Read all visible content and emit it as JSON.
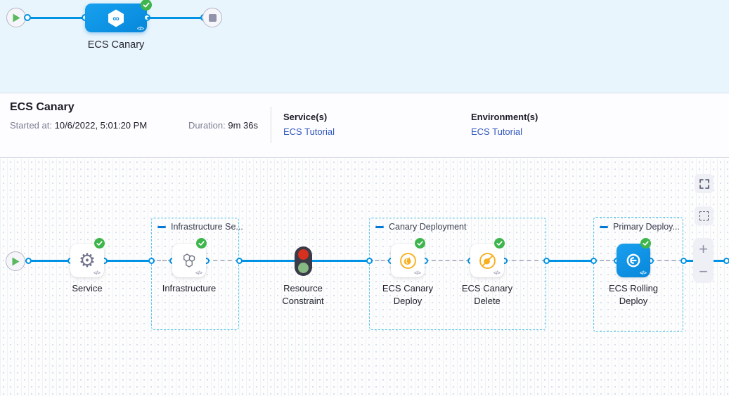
{
  "minimap": {
    "stage_label": "ECS Canary"
  },
  "header": {
    "title": "ECS Canary",
    "started_label": "Started at:",
    "started_value": "10/6/2022, 5:01:20 PM",
    "duration_label": "Duration:",
    "duration_value": "9m 36s",
    "services_label": "Service(s)",
    "services_link": "ECS Tutorial",
    "environments_label": "Environment(s)",
    "environments_link": "ECS Tutorial"
  },
  "graph": {
    "groups": [
      {
        "label": "Infrastructure Se..."
      },
      {
        "label": "Canary Deployment"
      },
      {
        "label": "Primary Deploy..."
      }
    ],
    "nodes": [
      {
        "label": "Service",
        "status": "success"
      },
      {
        "label": "Infrastructure",
        "status": "success"
      },
      {
        "label": "Resource Constraint",
        "status": "running-gate"
      },
      {
        "label": "ECS Canary Deploy",
        "status": "success"
      },
      {
        "label": "ECS Canary Delete",
        "status": "success"
      },
      {
        "label": "ECS Rolling Deploy",
        "status": "success"
      }
    ],
    "code_icon": "</>"
  },
  "controls": {
    "zoom_in": "+",
    "zoom_out": "−"
  },
  "colors": {
    "accent_blue": "#0092e4",
    "node_blue": "#0b8fe2",
    "success_green": "#3eb54d",
    "canary_amber": "#f9b020",
    "link_blue": "#3156bd",
    "band_bg": "#e9f5fc",
    "group_border": "#5ec7e9",
    "traffic_red": "#d6301f",
    "traffic_green": "#87ba83"
  }
}
